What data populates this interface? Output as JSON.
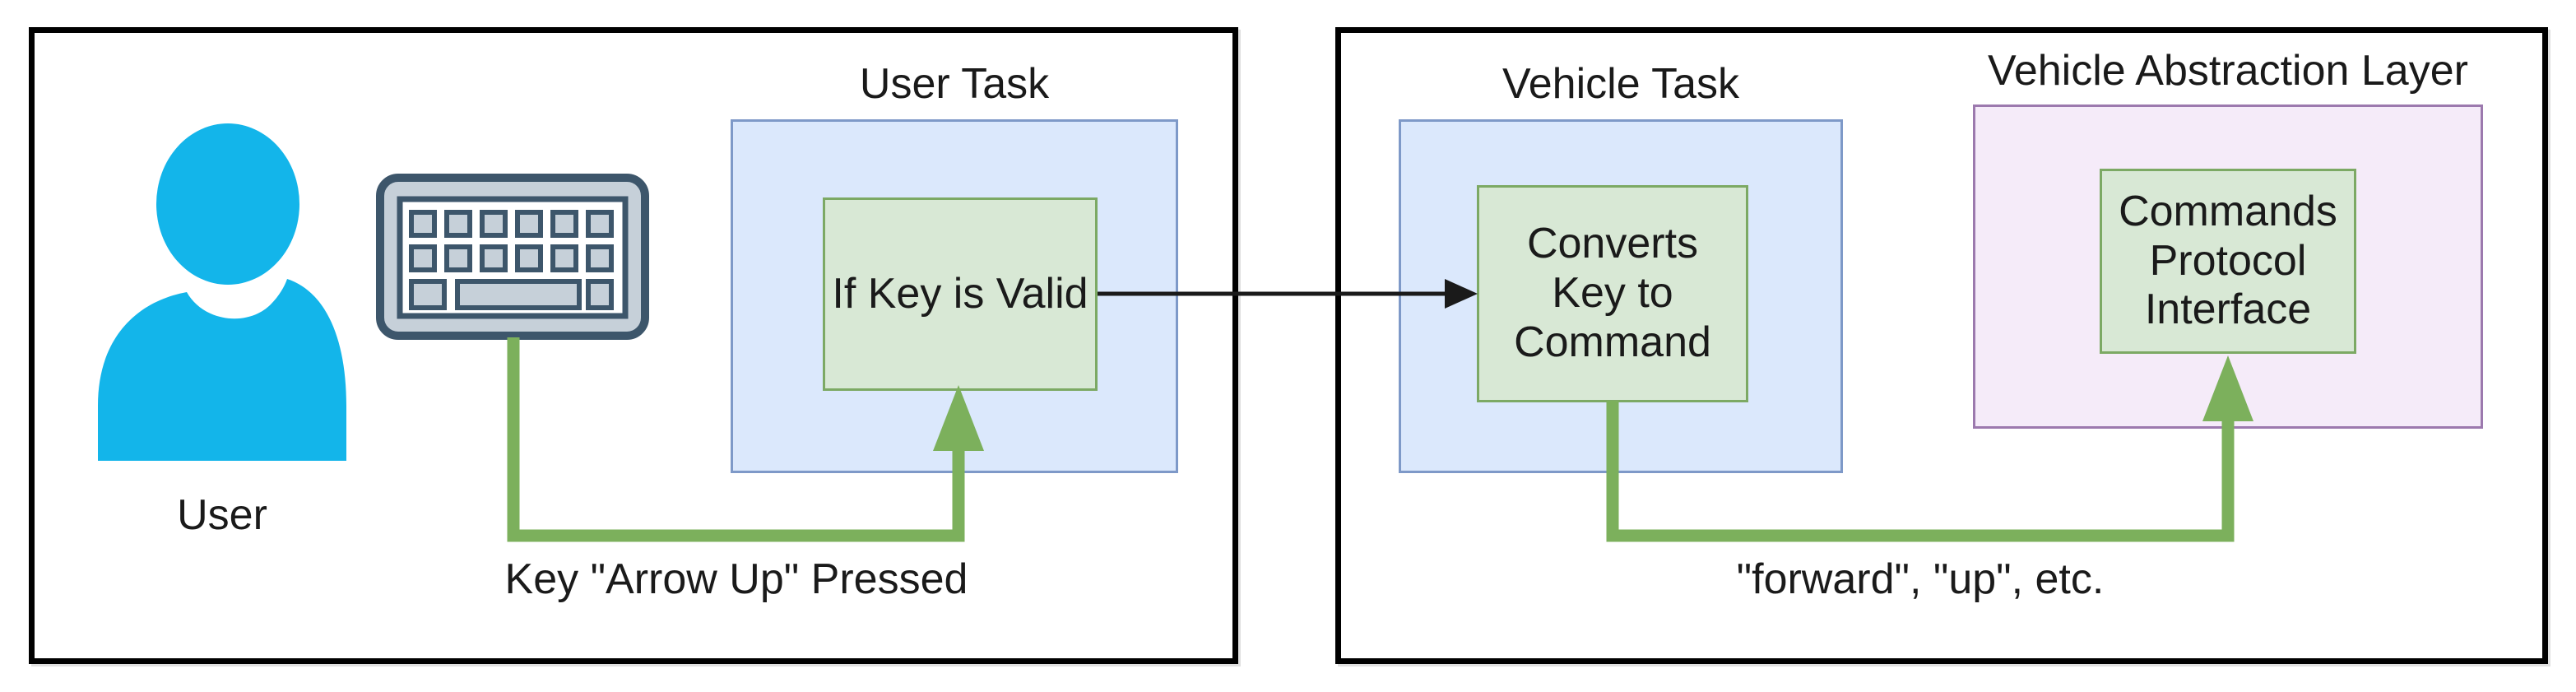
{
  "left_panel": {
    "user_label": "User",
    "group_title": "User Task",
    "node_label": "If Key is Valid",
    "edge_label": "Key \"Arrow Up\" Pressed"
  },
  "right_panel": {
    "task_group_title": "Vehicle Task",
    "task_node_label": "Converts\nKey to\nCommand",
    "val_group_title": "Vehicle Abstraction Layer",
    "val_node_label": "Commands\nProtocol\nInterface",
    "edge_label": "\"forward\", \"up\", etc."
  },
  "icons": {
    "user_icon": "person-silhouette",
    "keyboard_icon": "keyboard"
  },
  "colors": {
    "actor_cyan": "#13b5ea",
    "keyboard_fill": "#c6d0d9",
    "keyboard_stroke": "#3d566b",
    "task_box_fill": "#dbe8fc",
    "task_box_stroke": "#7e99c8",
    "node_fill": "#d8e8d5",
    "node_stroke": "#7ca964",
    "val_box_fill": "#f5ebf9",
    "val_box_stroke": "#9c79ae",
    "green_arrow": "#7cb05c",
    "black_arrow": "#1a1a1a",
    "boundary_stroke": "#000000",
    "text": "#1a1a1a"
  }
}
